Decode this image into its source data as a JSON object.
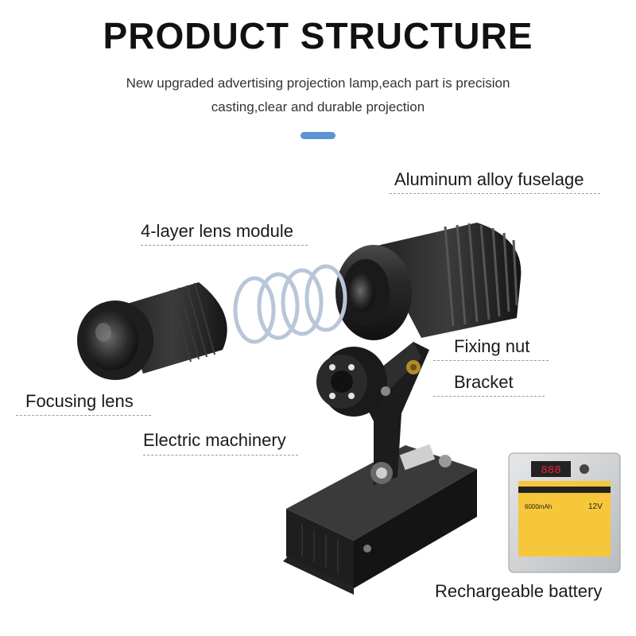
{
  "title": "PRODUCT STRUCTURE",
  "subtitle_line1": "New upgraded advertising projection lamp,each part is precision",
  "subtitle_line2": "casting,clear and durable projection",
  "accent_color": "#5b93d3",
  "labels": {
    "fuselage": "Aluminum alloy fuselage",
    "lens_module": "4-layer lens module",
    "fixing_nut": "Fixing nut",
    "bracket": "Bracket",
    "focusing_lens": "Focusing lens",
    "electric_machinery": "Electric machinery",
    "battery": "Rechargeable battery"
  },
  "battery_panel": {
    "display": "888",
    "voltage": "12V",
    "capacity": "6000mAh"
  }
}
